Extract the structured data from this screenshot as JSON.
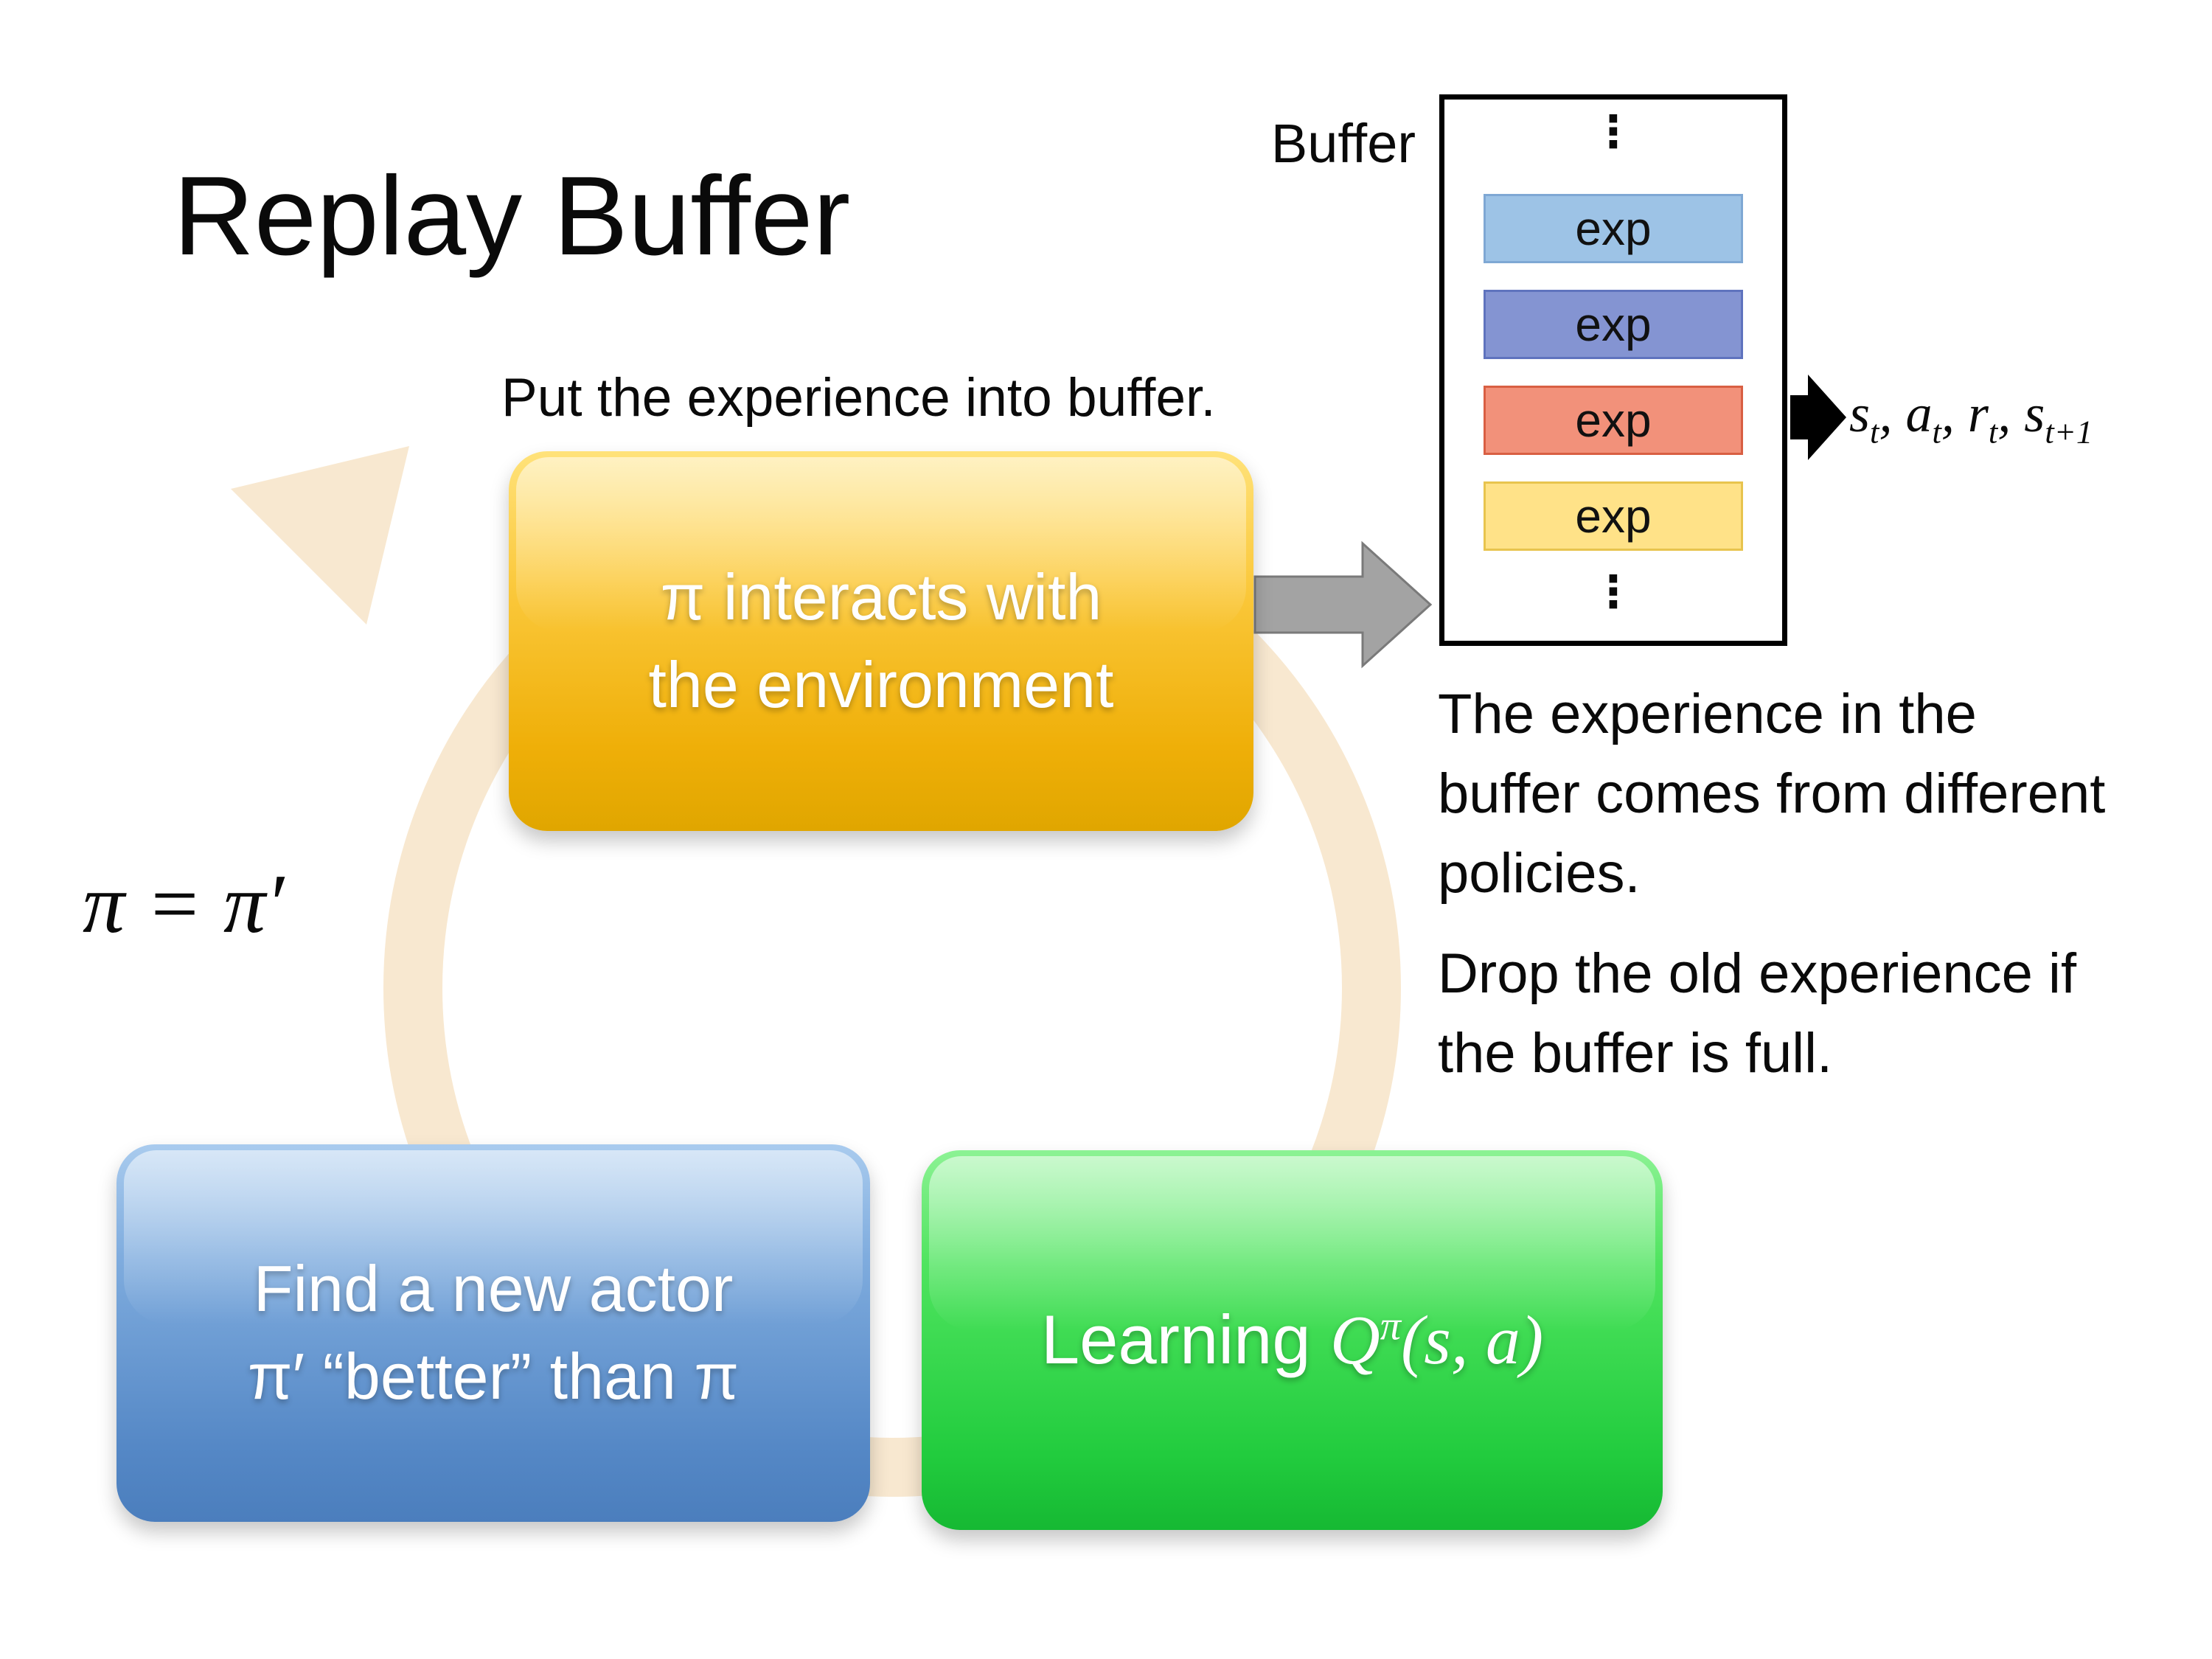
{
  "title": "Replay Buffer",
  "caption": "Put the experience into buffer.",
  "cycle": {
    "actor_box": {
      "line1": "π interacts with",
      "line2": "the environment"
    },
    "find_box": {
      "line1": "Find a new actor",
      "line2": "π′ “better” than π"
    },
    "learning_box": {
      "prefix": "Learning ",
      "q": "Q",
      "sup": "π",
      "args": "(s, a)"
    },
    "policy_update": "π = π′"
  },
  "buffer": {
    "label": "Buffer",
    "ellipsis": "⋮",
    "items": [
      {
        "label": "exp"
      },
      {
        "label": "exp"
      },
      {
        "label": "exp"
      },
      {
        "label": "exp"
      }
    ],
    "output": [
      {
        "b": "s",
        "s": "t"
      },
      {
        "b": ", a",
        "s": "t"
      },
      {
        "b": ", r",
        "s": "t"
      },
      {
        "b": ", s",
        "s": "t+1"
      }
    ]
  },
  "notes": {
    "p1": "The experience in the buffer comes from different policies.",
    "p2": "Drop the old experience if the buffer is full."
  },
  "colors": {
    "actor_box": "#F5C518",
    "find_box": "#5588C6",
    "learning_box": "#2ECC40",
    "exp_light_blue": "#9DC3E6",
    "exp_blue": "#8494D2",
    "exp_orange": "#F2917A",
    "exp_yellow": "#FFE288",
    "ring": "#F8E8D0",
    "gray_arrow": "#A3A3A3",
    "black_arrow": "#000000"
  }
}
